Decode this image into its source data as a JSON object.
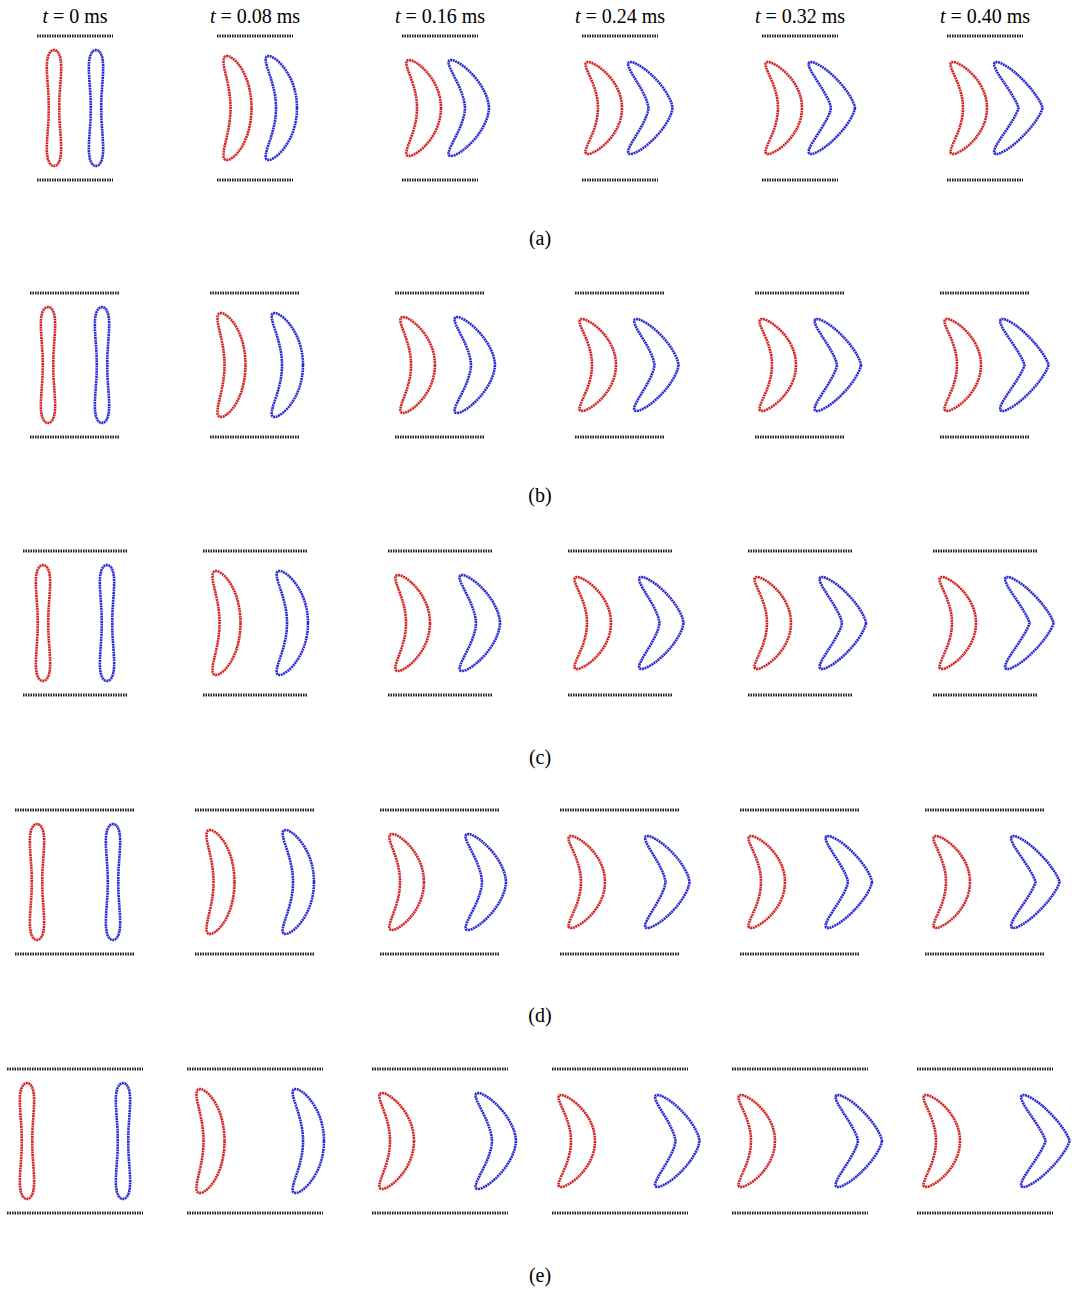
{
  "diagram": {
    "labels": [
      "t = 0 ms",
      "t = 0.08 ms",
      "t = 0.16 ms",
      "t = 0.24 ms",
      "t = 0.32 ms",
      "t = 0.40 ms",
      "(a)",
      "(b)",
      "(c)",
      "(d)",
      "(e)"
    ]
  }
}
